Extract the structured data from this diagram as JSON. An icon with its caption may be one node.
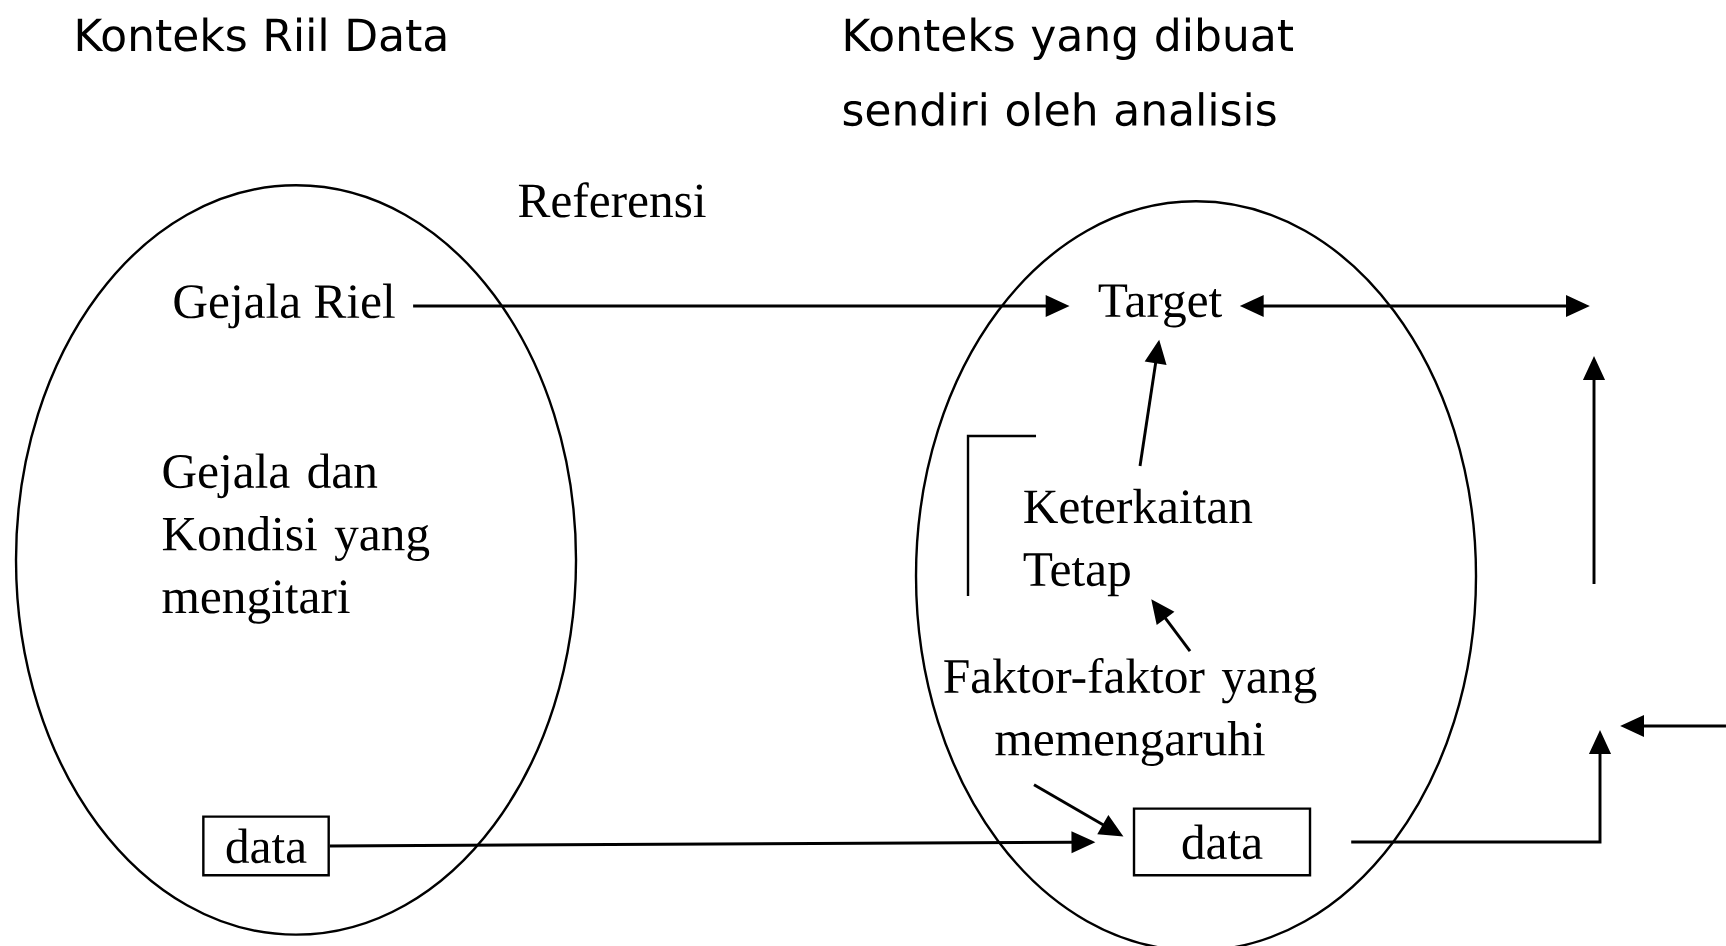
{
  "diagram": {
    "nodes": [
      {
        "text": [
          "Konteks Riil Data",
          "Gejala dan Kondisi yang mengitari"
        ]
      },
      {
        "text": [
          "Gejala Riel"
        ],
        "in": 0
      },
      {
        "text": [
          "data"
        ],
        "in": 0
      },
      {
        "text": [
          "Konteks yang dibuat sendiri oleh analisis"
        ]
      },
      {
        "text": [
          "Target"
        ],
        "in": 3
      },
      {
        "text": [
          "Keterkaitan Tetap"
        ],
        "in": 3
      },
      {
        "text": [
          "Faktor-faktor yang memengaruhi"
        ],
        "in": 3
      },
      {
        "text": [
          "data"
        ],
        "in": 3
      }
    ],
    "edges": [
      {
        "from": 1,
        "to": 4,
        "arrow": "to",
        "label": "Referensi"
      },
      {
        "from": 4,
        "to": null,
        "arrow": "both"
      },
      {
        "from": 5,
        "to": 4,
        "arrow": "to"
      },
      {
        "from": 6,
        "to": 5,
        "arrow": "to"
      },
      {
        "from": 2,
        "to": 7,
        "arrow": "to"
      },
      {
        "from": 6,
        "to": 7,
        "arrow": "to"
      },
      {
        "from": 7,
        "to": null,
        "arrow": "to"
      }
    ]
  }
}
